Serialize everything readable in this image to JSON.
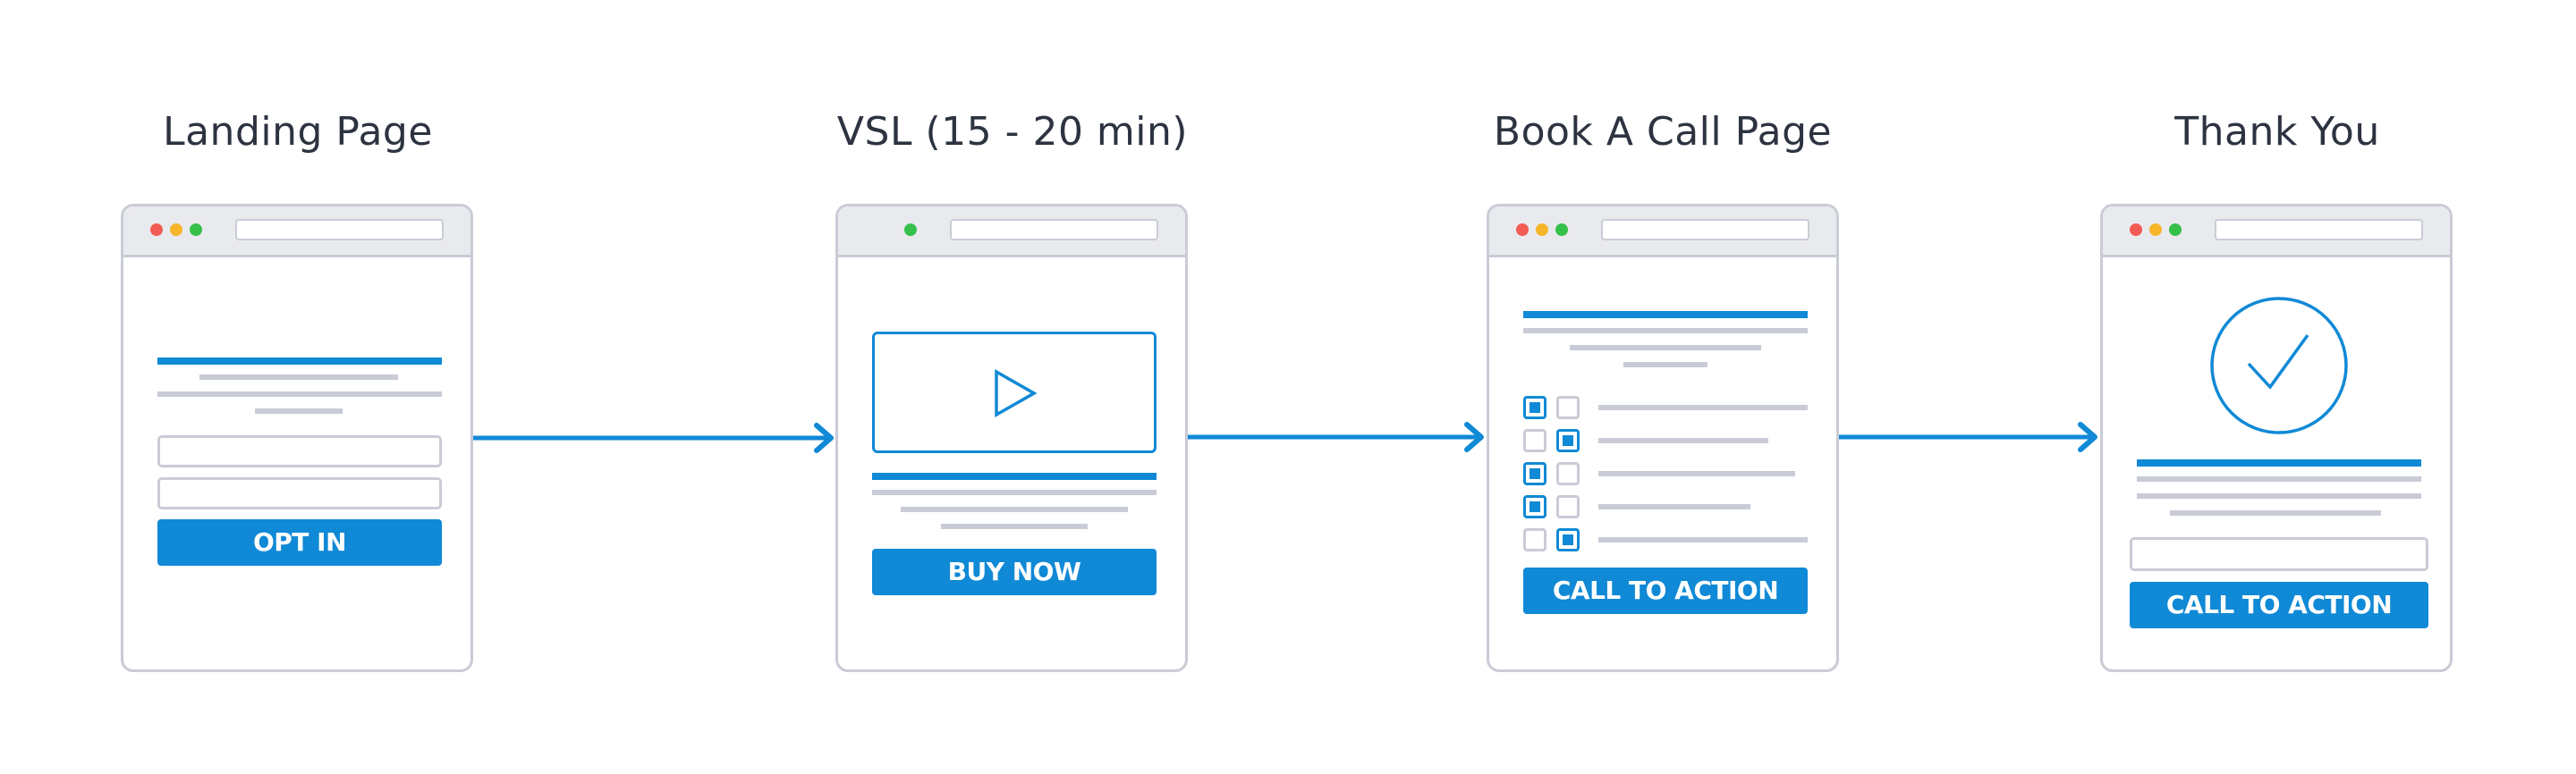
{
  "colors": {
    "accent": "#1089d6",
    "line": "#c9ccd6",
    "text": "#2d3340"
  },
  "stages": [
    {
      "title": "Landing Page",
      "button_label": "OPT IN",
      "icons": [
        "browser-window-icon"
      ]
    },
    {
      "title": "VSL (15 - 20 min)",
      "button_label": "BUY NOW",
      "icons": [
        "play-icon"
      ]
    },
    {
      "title": "Book A Call Page",
      "button_label": "CALL TO ACTION",
      "checkbox_pairs": [
        [
          true,
          false
        ],
        [
          false,
          true
        ],
        [
          true,
          false
        ],
        [
          true,
          false
        ],
        [
          false,
          true
        ]
      ]
    },
    {
      "title": "Thank You",
      "button_label": "CALL TO ACTION",
      "icons": [
        "checkmark-circle-icon"
      ]
    }
  ],
  "connectors": [
    "arrow-right-icon",
    "arrow-right-icon",
    "arrow-right-icon"
  ]
}
